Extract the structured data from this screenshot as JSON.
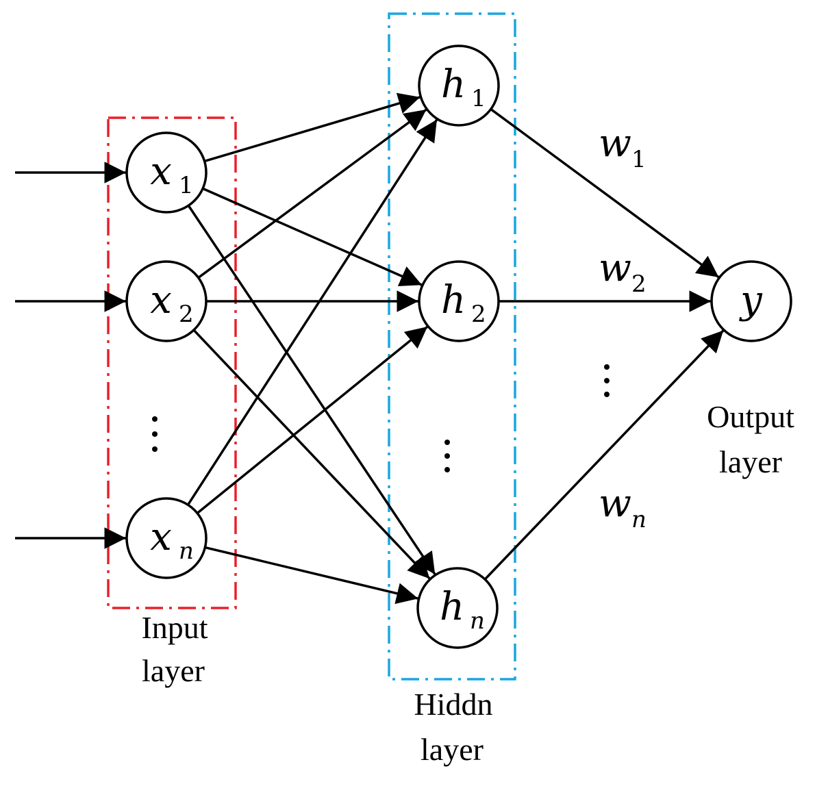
{
  "colors": {
    "input_box": "#e8202a",
    "hidden_box": "#1aa6e0",
    "ink": "#000000",
    "background": "#ffffff"
  },
  "input_layer": {
    "caption_line1": "Input",
    "caption_line2": "layer",
    "nodes": [
      {
        "id": "x1",
        "symbol": "x",
        "subscript": "1"
      },
      {
        "id": "x2",
        "symbol": "x",
        "subscript": "2"
      },
      {
        "id": "xn",
        "symbol": "x",
        "subscript": "n"
      }
    ]
  },
  "hidden_layer": {
    "caption_line1": "Hiddn",
    "caption_line2": "layer",
    "nodes": [
      {
        "id": "h1",
        "symbol": "h",
        "subscript": "1"
      },
      {
        "id": "h2",
        "symbol": "h",
        "subscript": "2"
      },
      {
        "id": "hn",
        "symbol": "h",
        "subscript": "n"
      }
    ]
  },
  "output_layer": {
    "caption_line1": "Output",
    "caption_line2": "layer",
    "nodes": [
      {
        "id": "y",
        "symbol": "y",
        "subscript": ""
      }
    ]
  },
  "weights": [
    {
      "id": "w1",
      "symbol": "w",
      "subscript": "1"
    },
    {
      "id": "w2",
      "symbol": "w",
      "subscript": "2"
    },
    {
      "id": "wn",
      "symbol": "w",
      "subscript": "n"
    }
  ],
  "edges": [
    {
      "from": "x1",
      "to": "h1"
    },
    {
      "from": "x1",
      "to": "h2"
    },
    {
      "from": "x1",
      "to": "hn"
    },
    {
      "from": "x2",
      "to": "h1"
    },
    {
      "from": "x2",
      "to": "h2"
    },
    {
      "from": "x2",
      "to": "hn"
    },
    {
      "from": "xn",
      "to": "h1"
    },
    {
      "from": "xn",
      "to": "h2"
    },
    {
      "from": "xn",
      "to": "hn"
    },
    {
      "from": "h1",
      "to": "y"
    },
    {
      "from": "h2",
      "to": "y"
    },
    {
      "from": "hn",
      "to": "y"
    }
  ]
}
